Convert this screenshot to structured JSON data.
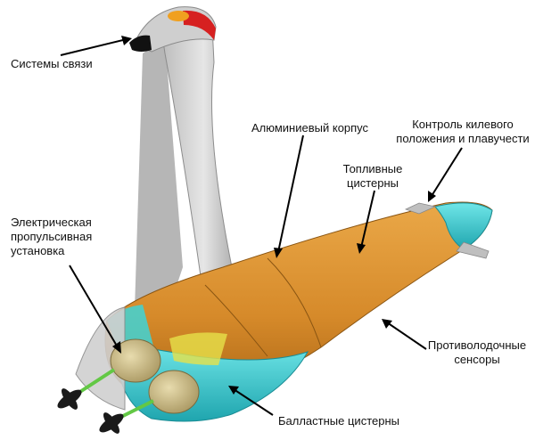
{
  "diagram": {
    "colors": {
      "hull": "#d9912f",
      "hull_shadow": "#b8711c",
      "ballast": "#3fd3d6",
      "ballast_shadow": "#22a9b2",
      "mast": "#a9a9a9",
      "mast_light": "#d4d4d4",
      "motor": "#c8b98a",
      "shaft": "#63c845",
      "propeller": "#1a1a1a",
      "antenna_red": "#d62020",
      "antenna_orange": "#f0a020",
      "arrow": "#000000"
    },
    "labels": {
      "comm_systems": "Системы связи",
      "aluminum_hull": "Алюминиевый корпус",
      "keel_control_line1": "Контроль килевого",
      "keel_control_line2": "положения и плавучести",
      "fuel_tanks_line1": "Топливные",
      "fuel_tanks_line2": "цистерны",
      "electric_propulsion_line1": "Электрическая",
      "electric_propulsion_line2": "пропульсивная",
      "electric_propulsion_line3": "установка",
      "antisub_sensors_line1": "Противолодочные",
      "antisub_sensors_line2": "сенсоры",
      "ballast_tanks": "Балластные цистерны"
    }
  }
}
